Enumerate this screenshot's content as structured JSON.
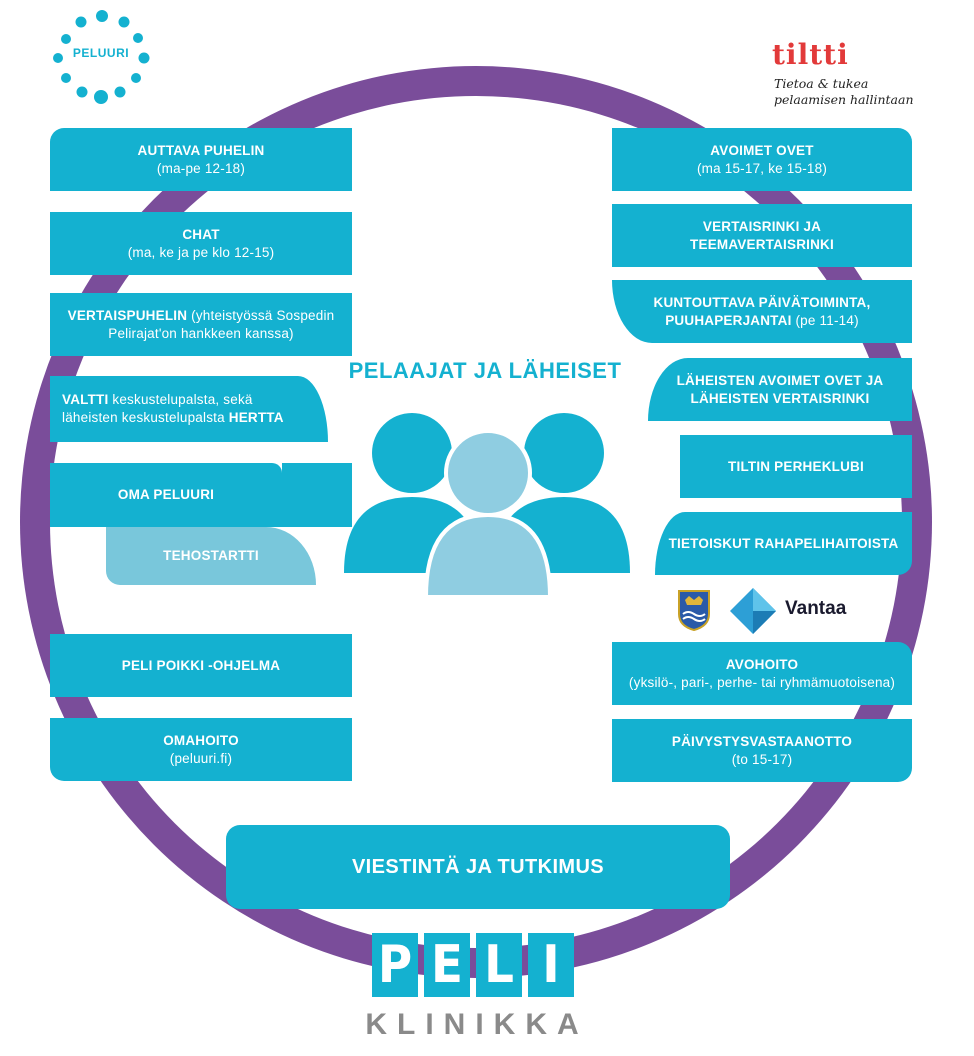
{
  "logos": {
    "peluuri": "PELUURI",
    "tiltti": {
      "name": "tiltti",
      "tagline_1": "Tietoa & tukea",
      "tagline_2": "pelaamisen hallintaan"
    },
    "vantaa": "Vantaa",
    "peli": [
      "P",
      "E",
      "L",
      "I"
    ],
    "klinikka": "KLINIKKA"
  },
  "center": {
    "title": "PELAAJAT JA LÄHEISET"
  },
  "left_services": [
    {
      "bold": "AUTTAVA PUHELIN",
      "sub": "(ma-pe 12-18)"
    },
    {
      "bold": "CHAT",
      "sub": "(ma, ke ja pe klo 12-15)"
    },
    {
      "bold": "VERTAISPUHELIN",
      "inline": " (yhteistyössä Sospedin",
      "sub": "Pelirajat'on hankkeen kanssa)"
    },
    {
      "bold": "VALTTI",
      "inline": " keskustelupalsta, sekä",
      "sub": "läheisten keskustelupalsta ",
      "bold2": "HERTTA"
    },
    {
      "bold": "OMA PELUURI"
    },
    {
      "bold": "TEHOSTARTTI"
    },
    {
      "bold": "PELI POIKKI -OHJELMA"
    },
    {
      "bold": "OMAHOITO",
      "sub": "(peluuri.fi)"
    }
  ],
  "right_services": [
    {
      "bold": "AVOIMET OVET",
      "sub": "(ma 15-17, ke 15-18)"
    },
    {
      "bold": "VERTAISRINKI JA",
      "bold_line2": "TEEMAVERTAISRINKI"
    },
    {
      "bold": "KUNTOUTTAVA PÄIVÄTOIMINTA,",
      "bold_line2": "PUUHAPERJANTAI",
      "inline2": " (pe 11-14)"
    },
    {
      "bold": "LÄHEISTEN AVOIMET OVET JA",
      "bold_line2": "LÄHEISTEN VERTAISRINKI"
    },
    {
      "bold": "TILTIN PERHEKLUBI"
    },
    {
      "bold": "TIETOISKUT RAHAPELIHAITOISTA"
    },
    {
      "bold": "AVOHOITO",
      "sub": "(yksilö-, pari-, perhe- tai ryhmämuotoisena)"
    },
    {
      "bold": "PÄIVYSTYSVASTAANOTTO",
      "sub": "(to 15-17)"
    }
  ],
  "bottom": {
    "label": "VIESTINTÄ JA TUTKIMUS"
  },
  "colors": {
    "accent": "#14b1d0",
    "light_accent": "#79c7db",
    "ring": "#7a4d9a",
    "tiltti_red": "#e23a3a"
  }
}
